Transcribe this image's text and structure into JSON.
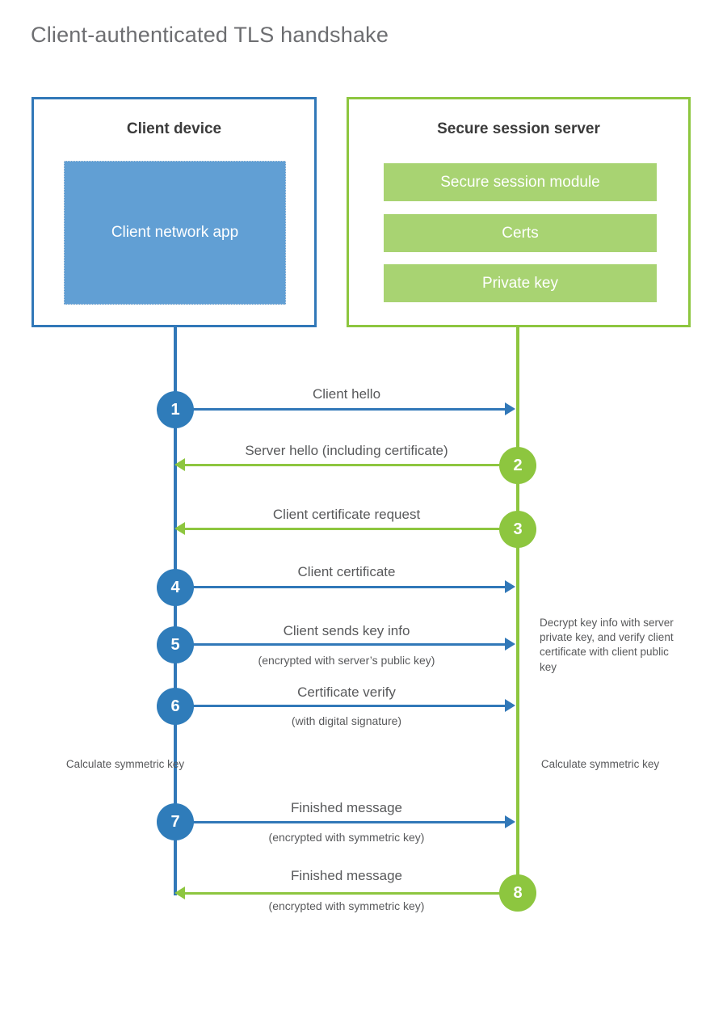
{
  "title": "Client-authenticated TLS handshake",
  "actors": {
    "client": {
      "title": "Client device",
      "app_label": "Client network app",
      "border_color": "#3178b8",
      "app_fill": "#619fd4"
    },
    "server": {
      "title": "Secure session server",
      "border_color": "#8dc63f",
      "block_fill": "#a8d372",
      "blocks": [
        {
          "label": "Secure session module"
        },
        {
          "label": "Certs"
        },
        {
          "label": "Private key"
        }
      ]
    }
  },
  "messages": [
    {
      "number": "1",
      "label": "Client hello",
      "sub": "",
      "direction": "client-to-server",
      "color": "#3178b8"
    },
    {
      "number": "2",
      "label": "Server hello (including certificate)",
      "sub": "",
      "direction": "server-to-client",
      "color": "#8dc63f"
    },
    {
      "number": "3",
      "label": "Client certificate request",
      "sub": "",
      "direction": "server-to-client",
      "color": "#8dc63f"
    },
    {
      "number": "4",
      "label": "Client certificate",
      "sub": "",
      "direction": "client-to-server",
      "color": "#3178b8"
    },
    {
      "number": "5",
      "label": "Client sends key info",
      "sub": "(encrypted with server’s public key)",
      "direction": "client-to-server",
      "color": "#3178b8"
    },
    {
      "number": "6",
      "label": "Certificate verify",
      "sub": "(with digital signature)",
      "direction": "client-to-server",
      "color": "#3178b8"
    },
    {
      "number": "7",
      "label": "Finished message",
      "sub": "(encrypted with symmetric key)",
      "direction": "client-to-server",
      "color": "#3178b8"
    },
    {
      "number": "8",
      "label": "Finished message",
      "sub": "(encrypted with symmetric key)",
      "direction": "server-to-client",
      "color": "#8dc63f"
    }
  ],
  "notes": {
    "server_decrypt": "Decrypt key info with server private key, and verify client certificate with client public key",
    "client_calc": "Calculate symmetric key",
    "server_calc": "Calculate symmetric key"
  }
}
